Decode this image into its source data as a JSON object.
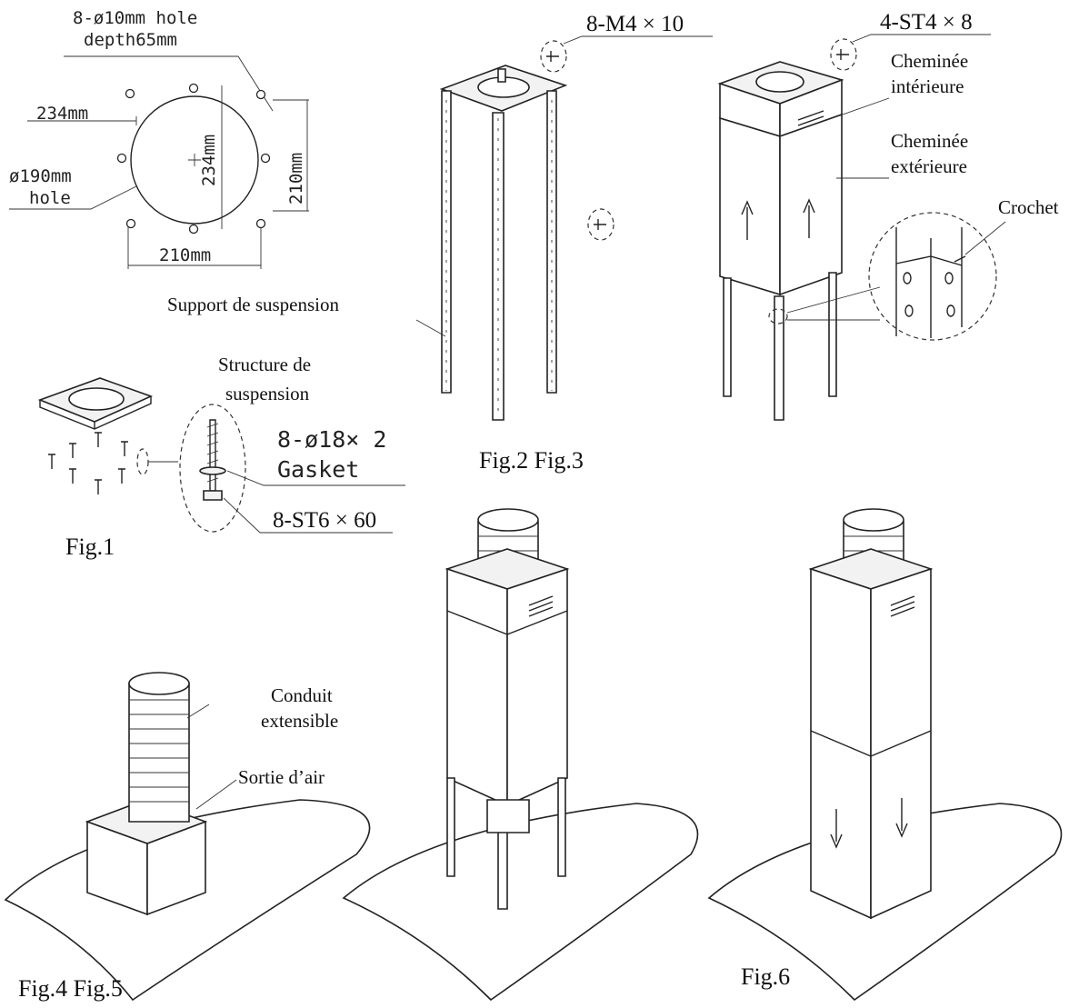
{
  "fig1": {
    "hole_spec_line1": "8-ø10mm  hole",
    "hole_spec_line2": "depth65mm",
    "dim_234_h": "234mm",
    "dim_234_v": "234mm",
    "dim_210_v": "210mm",
    "dim_210_h": "210mm",
    "big_hole_line1": "ø190mm",
    "big_hole_line2": "hole",
    "structure_line1": "Structure de",
    "structure_line2": "suspension",
    "gasket_line1": "8-ø18× 2",
    "gasket_line2": "Gasket",
    "screw_spec": "8-ST6 × 60",
    "caption": "Fig.1"
  },
  "fig2": {
    "screw_spec": "8-M4 × 10",
    "support_label": "Support de suspension",
    "caption": "Fig.2  Fig.3"
  },
  "fig3": {
    "screw_spec": "4-ST4 × 8",
    "inner_line1": "Cheminée",
    "inner_line2": "intérieure",
    "outer_line1": "Cheminée",
    "outer_line2": "extérieure",
    "hook_label": "Crochet"
  },
  "fig4": {
    "duct_line1": "Conduit",
    "duct_line2": "extensible",
    "outlet_label": "Sortie d’air",
    "caption": "Fig.4  Fig.5"
  },
  "fig6": {
    "caption": "Fig.6"
  }
}
